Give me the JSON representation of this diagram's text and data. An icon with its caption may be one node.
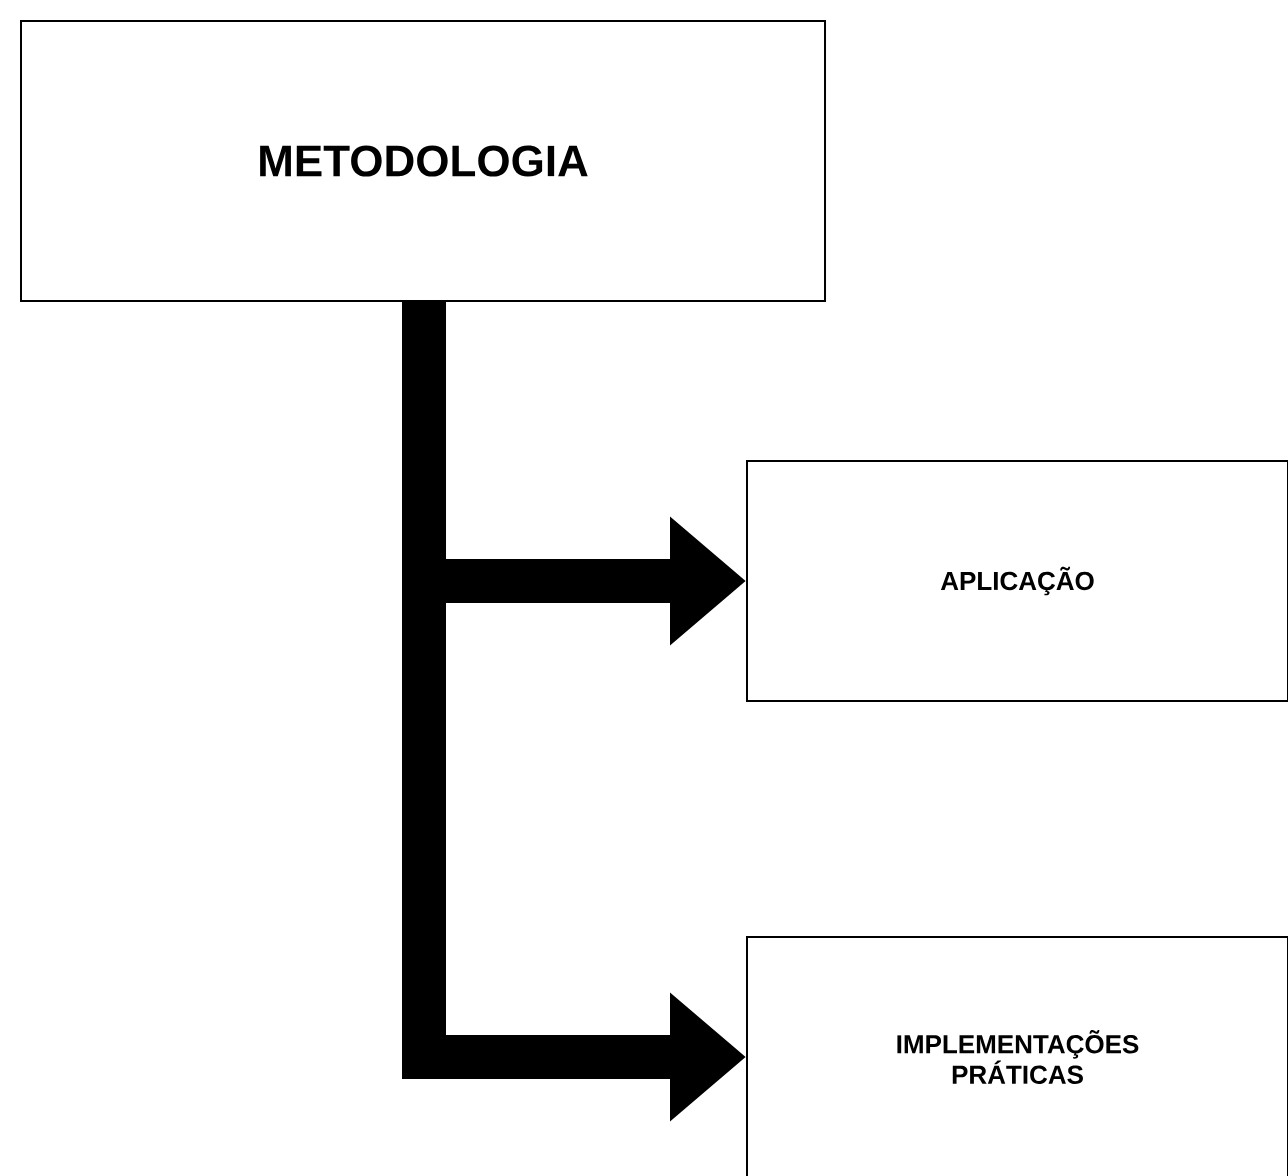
{
  "diagram": {
    "nodes": [
      {
        "text": [
          "METODOLOGIA"
        ]
      },
      {
        "text": [
          "APLICAÇÃO"
        ]
      },
      {
        "text": [
          "IMPLEMENTAÇÕES PRÁTICAS"
        ]
      }
    ],
    "edges": [
      {
        "from": 0,
        "to": 1,
        "arrow": "to"
      },
      {
        "from": 0,
        "to": 2,
        "arrow": "to"
      }
    ]
  }
}
